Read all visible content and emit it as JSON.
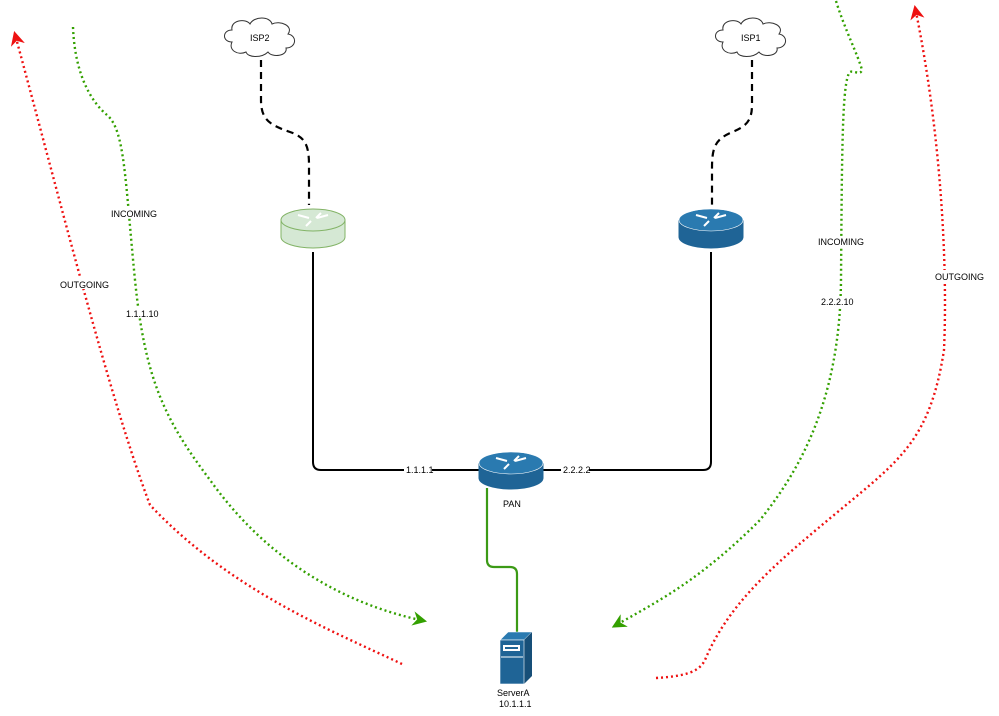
{
  "nodes": {
    "isp2": {
      "label": "ISP2"
    },
    "isp1": {
      "label": "ISP1"
    },
    "router_isp2": {
      "label": ""
    },
    "router_isp1": {
      "label": ""
    },
    "pan": {
      "label": "PAN"
    },
    "server": {
      "label_line1": "ServerA",
      "label_line2": "10.1.1.1"
    }
  },
  "links": {
    "left_interface": "1.1.1.1",
    "right_interface": "2.2.2.2"
  },
  "flows": {
    "left_incoming": {
      "label": "INCOMING",
      "ip": "1.1.1.10"
    },
    "left_outgoing": {
      "label": "OUTGOING"
    },
    "right_incoming": {
      "label": "INCOMING",
      "ip": "2.2.2.10"
    },
    "right_outgoing": {
      "label": "OUTGOING"
    }
  },
  "colors": {
    "incoming": "#33a000",
    "outgoing": "#ee1111",
    "router_blue": "#1f6496",
    "router_green_fill": "#d5e8d4",
    "router_green_stroke": "#82b366",
    "link_green": "#3c9a16"
  }
}
